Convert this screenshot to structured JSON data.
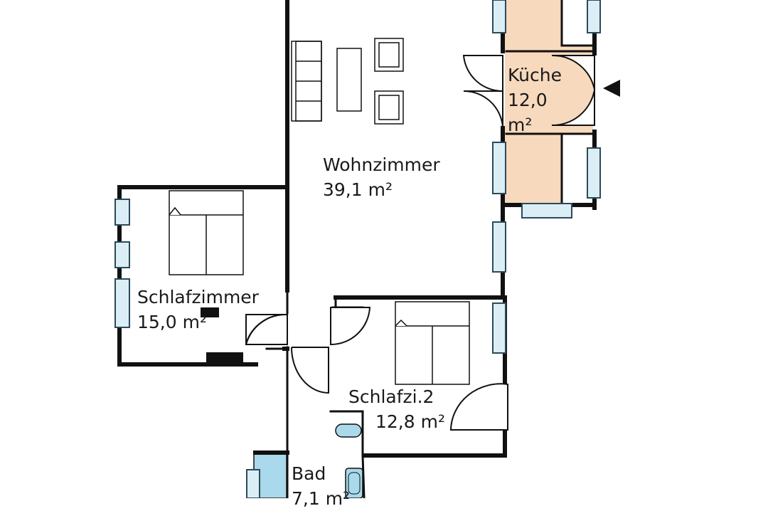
{
  "rooms": {
    "wohnzimmer": {
      "name": "Wohnzimmer",
      "area": "39,1 m²"
    },
    "kueche": {
      "name": "Küche",
      "area_value": "12,0",
      "area_unit": "m²"
    },
    "schlafzimmer": {
      "name": "Schlafzimmer",
      "area": "15,0 m²"
    },
    "schlafzimmer2": {
      "name": "Schlafzi.2",
      "area": "12,8 m²"
    },
    "bad": {
      "name": "Bad",
      "area": "7,1 m²"
    }
  },
  "colors": {
    "wall": "#111111",
    "window": "#dbeef5",
    "window_stroke": "#2b4a5a",
    "kitchen_fill": "#f7d9bd",
    "bath_fixture": "#a9d9ea"
  },
  "icons": {
    "entrance": "entrance-arrow-icon"
  }
}
